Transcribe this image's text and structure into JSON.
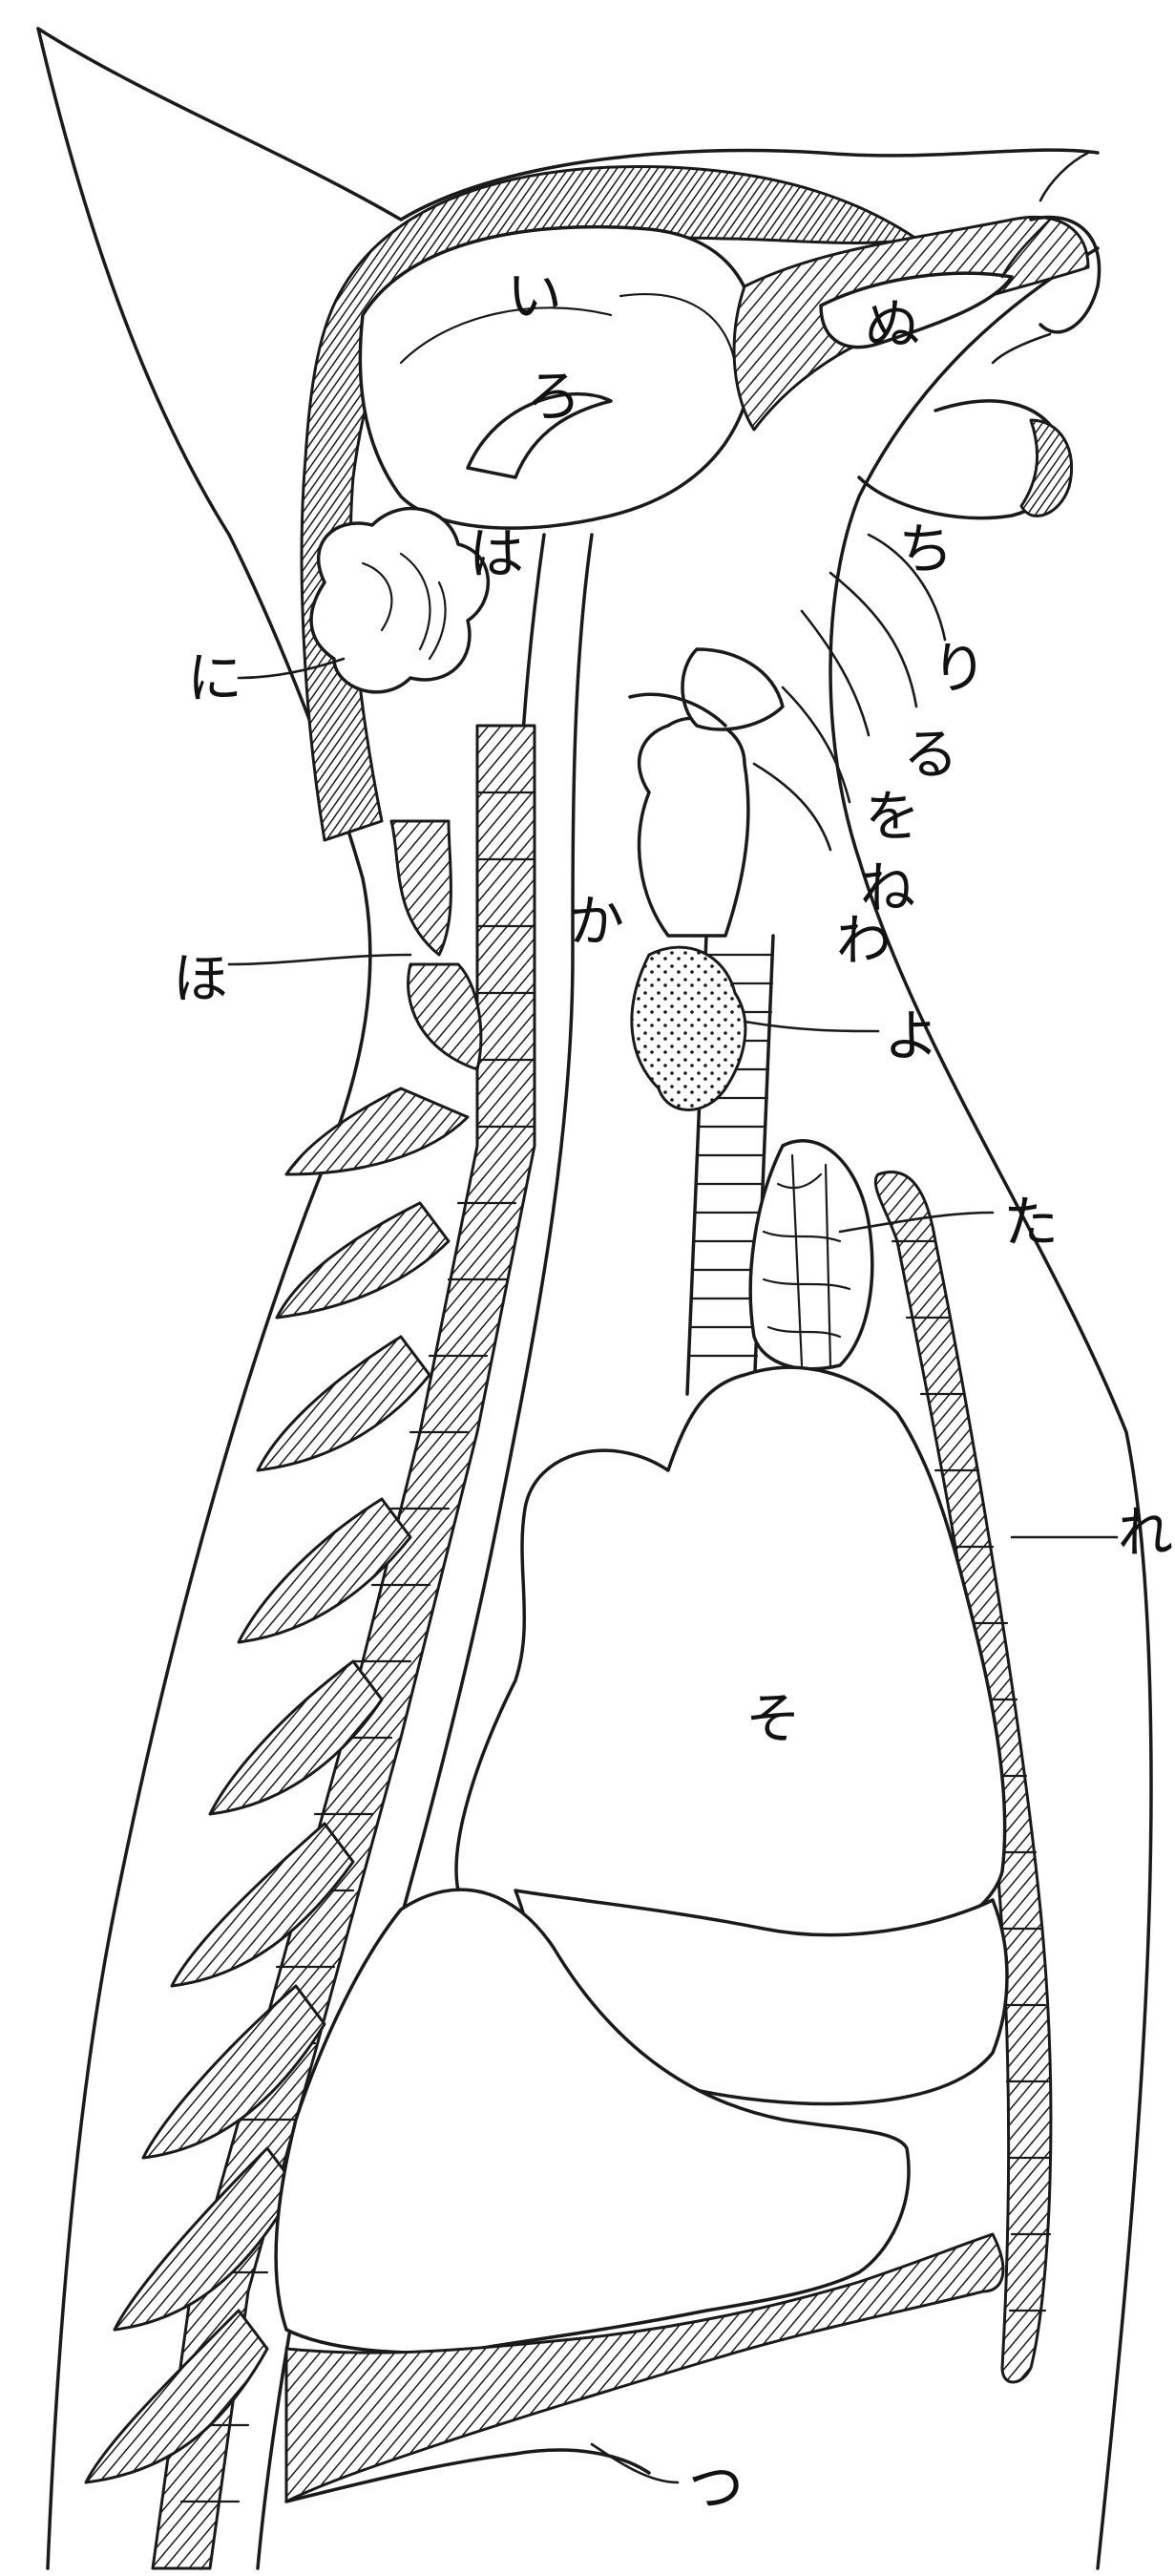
{
  "labels": {
    "i": "い",
    "ro": "ろ",
    "ha": "は",
    "ni": "に",
    "ho": "ほ",
    "ka": "か",
    "nu": "ぬ",
    "chi": "ち",
    "ri": "り",
    "ru": "る",
    "wo": "を",
    "ne": "ね",
    "wa": "わ",
    "yo": "よ",
    "ta": "た",
    "re": "れ",
    "so": "そ",
    "tsu": "つ"
  },
  "colors": {
    "ink": "#1a1a1a",
    "paper": "#ffffff"
  }
}
